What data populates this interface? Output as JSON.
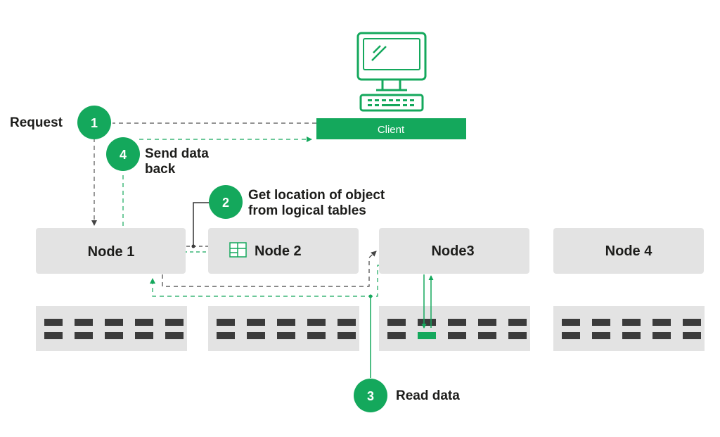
{
  "colors": {
    "accent": "#14a85c",
    "node_fill": "#e3e3e3",
    "disk_fill": "#3b3b3b",
    "text": "#1d1d1b",
    "dashed_dark": "#555555"
  },
  "client": {
    "label": "Client",
    "icon": "desktop-computer-icon"
  },
  "steps": [
    {
      "number": "1",
      "label": "Request"
    },
    {
      "number": "4",
      "label_line1": "Send data",
      "label_line2": "back"
    },
    {
      "number": "2",
      "label_line1": "Get location of object",
      "label_line2": "from logical tables"
    },
    {
      "number": "3",
      "label": "Read data"
    }
  ],
  "nodes": [
    {
      "label": "Node 1"
    },
    {
      "label": "Node 2",
      "icon": "table-icon"
    },
    {
      "label": "Node3"
    },
    {
      "label": "Node 4"
    }
  ]
}
